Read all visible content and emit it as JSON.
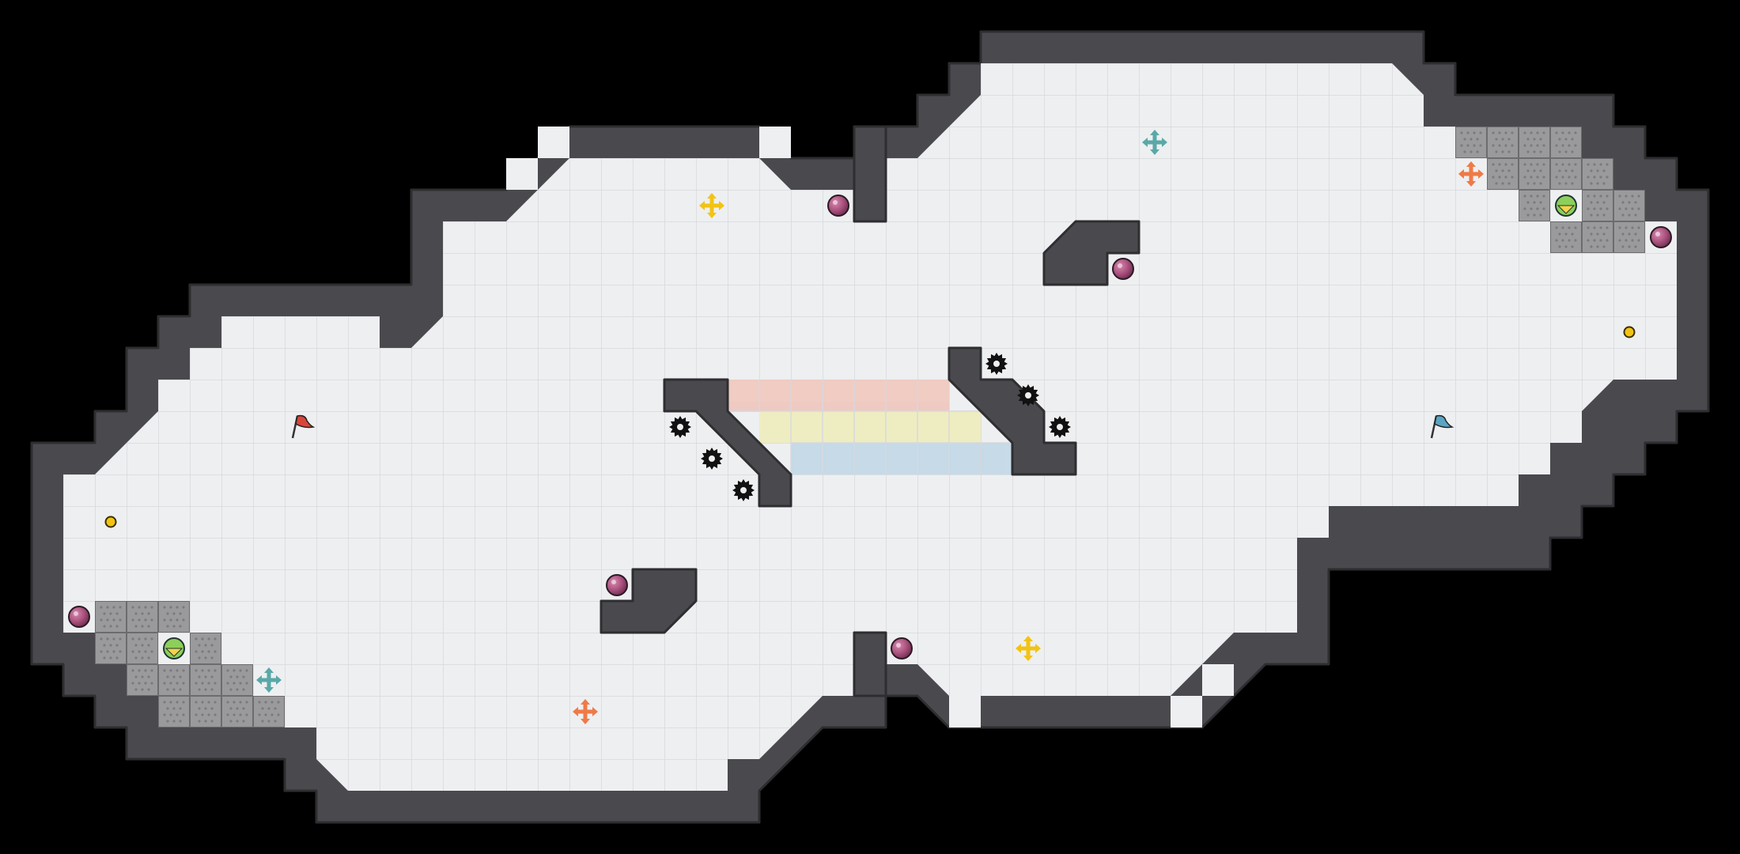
{
  "game": {
    "type": "top-down puzzle level map",
    "colors": {
      "background": "#000000",
      "floor": "#eeeff1",
      "grid_line": "#d7d8dc",
      "wall": "#4a4a4e",
      "wall_edge": "#2e2e31",
      "grate": "#9a9a9c",
      "band_red": "#efc9c0",
      "band_yellow": "#eeedc0",
      "band_blue": "#c4d9e8",
      "flag_red": "#d9453b",
      "flag_blue": "#5aa5c4",
      "orb": "#a64e7a",
      "gem": "#f2c313"
    },
    "entities": [
      {
        "kind": "flag",
        "color": "red",
        "col": 9,
        "row": 13
      },
      {
        "kind": "flag",
        "color": "blue",
        "col": 45,
        "row": 13
      },
      {
        "kind": "orb",
        "col": 2,
        "row": 19
      },
      {
        "kind": "orb",
        "col": 19,
        "row": 18
      },
      {
        "kind": "orb",
        "col": 26,
        "row": 6
      },
      {
        "kind": "orb",
        "col": 28,
        "row": 20
      },
      {
        "kind": "orb",
        "col": 35,
        "row": 8
      },
      {
        "kind": "orb",
        "col": 52,
        "row": 7
      },
      {
        "kind": "gem",
        "col": 3,
        "row": 16
      },
      {
        "kind": "gem",
        "col": 51,
        "row": 10
      },
      {
        "kind": "ball",
        "col": 5,
        "row": 20
      },
      {
        "kind": "ball",
        "col": 49,
        "row": 6
      },
      {
        "kind": "arrows",
        "color": "#f2c313",
        "col": 22,
        "row": 6
      },
      {
        "kind": "arrows",
        "color": "#f2c313",
        "col": 32,
        "row": 20
      },
      {
        "kind": "arrows",
        "color": "#5aa8a8",
        "col": 36,
        "row": 4
      },
      {
        "kind": "arrows",
        "color": "#5aa8a8",
        "col": 8,
        "row": 21
      },
      {
        "kind": "arrows",
        "color": "#ee7a47",
        "col": 46,
        "row": 5
      },
      {
        "kind": "arrows",
        "color": "#ee7a47",
        "col": 18,
        "row": 22
      },
      {
        "kind": "saw",
        "col": 21,
        "row": 13
      },
      {
        "kind": "saw",
        "col": 22,
        "row": 14
      },
      {
        "kind": "saw",
        "col": 23,
        "row": 15
      },
      {
        "kind": "saw",
        "col": 31,
        "row": 11
      },
      {
        "kind": "saw",
        "col": 32,
        "row": 12
      },
      {
        "kind": "saw",
        "col": 33,
        "row": 13
      }
    ]
  }
}
